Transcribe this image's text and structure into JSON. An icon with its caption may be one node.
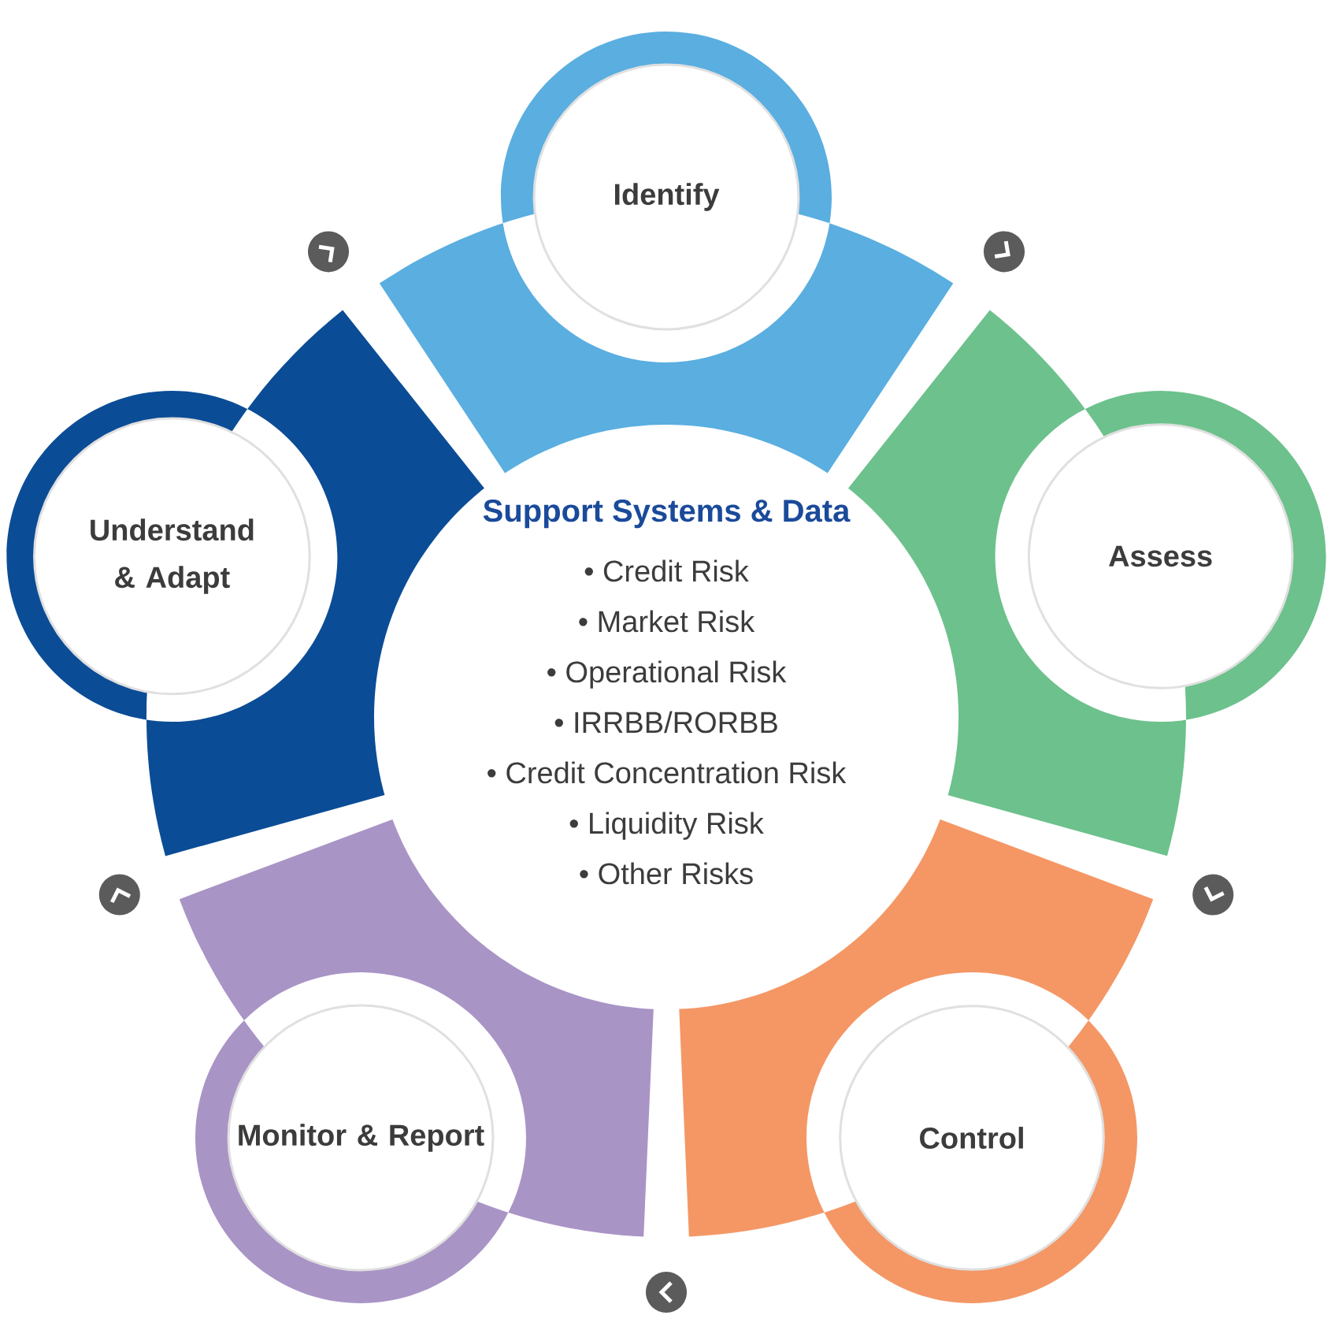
{
  "diagram": {
    "nodes": [
      {
        "text": [
          "Support Systems & Data",
          "• Credit Risk",
          "• Market Risk",
          "• Operational Risk",
          "• IRRBB/RORBB",
          "• Credit Concentration Risk",
          "• Liquidity Risk",
          "• Other Risks"
        ]
      },
      {
        "text": [
          "Identify"
        ]
      },
      {
        "text": [
          "Assess"
        ]
      },
      {
        "text": [
          "Control"
        ]
      },
      {
        "text": [
          "Monitor & Report"
        ]
      },
      {
        "text": [
          "Understand & Adapt"
        ]
      }
    ]
  }
}
